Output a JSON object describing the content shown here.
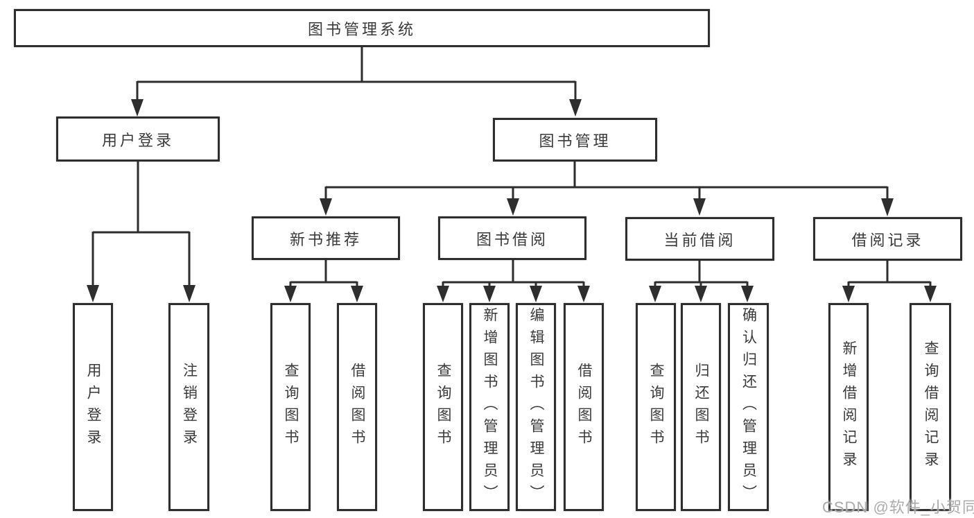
{
  "colors": {
    "line": "#2e2e2e",
    "text": "#3a3a3a",
    "box-bg": "#ffffff",
    "canvas-bg": "#ffffff",
    "watermark": "#ababab"
  },
  "watermark": "CSDN @软件_小贺同学",
  "nodes": {
    "root": {
      "label": "图书管理系统"
    },
    "user_login_group": {
      "label": "用户登录"
    },
    "book_mgmt": {
      "label": "图书管理"
    },
    "new_book_rec": {
      "label": "新书推荐"
    },
    "book_borrow": {
      "label": "图书借阅"
    },
    "current_borrow": {
      "label": "当前借阅"
    },
    "borrow_records": {
      "label": "借阅记录"
    },
    "user_login": {
      "label": "用户登录"
    },
    "logout": {
      "label": "注销登录"
    },
    "query_book_1": {
      "label": "查询图书"
    },
    "borrow_book_1": {
      "label": "借阅图书"
    },
    "query_book_2": {
      "label": "查询图书"
    },
    "add_book": {
      "label": "新增图书（管理员）"
    },
    "edit_book": {
      "label": "编辑图书（管理员）"
    },
    "borrow_book_2": {
      "label": "借阅图书"
    },
    "query_book_3": {
      "label": "查询图书"
    },
    "return_book": {
      "label": "归还图书"
    },
    "confirm_return": {
      "label": "确认归还（管理员）"
    },
    "add_borrow_record": {
      "label": "新增借阅记录"
    },
    "query_borrow_record": {
      "label": "查询借阅记录"
    }
  },
  "edges": [
    [
      "图书管理系统",
      "用户登录"
    ],
    [
      "图书管理系统",
      "图书管理"
    ],
    [
      "用户登录",
      "用户登录(叶)"
    ],
    [
      "用户登录",
      "注销登录"
    ],
    [
      "图书管理",
      "新书推荐"
    ],
    [
      "图书管理",
      "图书借阅"
    ],
    [
      "图书管理",
      "当前借阅"
    ],
    [
      "图书管理",
      "借阅记录"
    ],
    [
      "新书推荐",
      "查询图书"
    ],
    [
      "新书推荐",
      "借阅图书"
    ],
    [
      "图书借阅",
      "查询图书"
    ],
    [
      "图书借阅",
      "新增图书（管理员）"
    ],
    [
      "图书借阅",
      "编辑图书（管理员）"
    ],
    [
      "图书借阅",
      "借阅图书"
    ],
    [
      "当前借阅",
      "查询图书"
    ],
    [
      "当前借阅",
      "归还图书"
    ],
    [
      "当前借阅",
      "确认归还（管理员）"
    ],
    [
      "借阅记录",
      "新增借阅记录"
    ],
    [
      "借阅记录",
      "查询借阅记录"
    ]
  ]
}
